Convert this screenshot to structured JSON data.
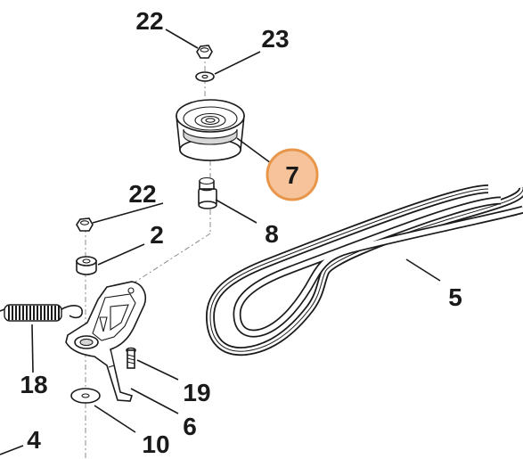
{
  "callouts": [
    {
      "id": "22-top",
      "text": "22"
    },
    {
      "id": "23",
      "text": "23"
    },
    {
      "id": "7",
      "text": "7",
      "highlight_color": "#e8964a"
    },
    {
      "id": "22-mid",
      "text": "22"
    },
    {
      "id": "8",
      "text": "8"
    },
    {
      "id": "2",
      "text": "2"
    },
    {
      "id": "5",
      "text": "5"
    },
    {
      "id": "18",
      "text": "18"
    },
    {
      "id": "19",
      "text": "19"
    },
    {
      "id": "6",
      "text": "6"
    },
    {
      "id": "4",
      "text": "4"
    },
    {
      "id": "10",
      "text": "10"
    }
  ],
  "colors": {
    "line": "#1a1a1a",
    "part_fill": "#ffffff",
    "shade": "#d7d7d7",
    "highlight": "#e8964a",
    "highlight_fill": "#f6c39a"
  }
}
